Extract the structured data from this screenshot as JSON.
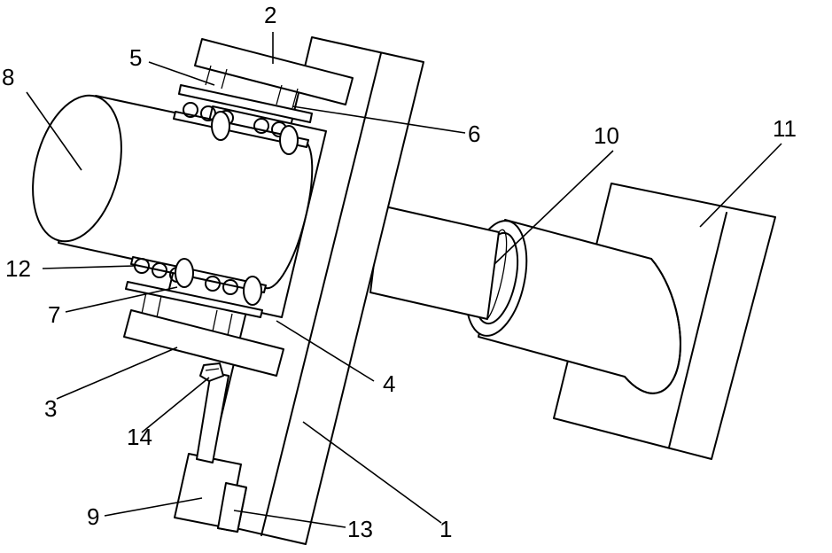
{
  "diagram": {
    "labels": {
      "l1": "1",
      "l2": "2",
      "l3": "3",
      "l4": "4",
      "l5": "5",
      "l6": "6",
      "l7": "7",
      "l8": "8",
      "l9": "9",
      "l10": "10",
      "l11": "11",
      "l12": "12",
      "l13": "13",
      "l14": "14"
    }
  }
}
